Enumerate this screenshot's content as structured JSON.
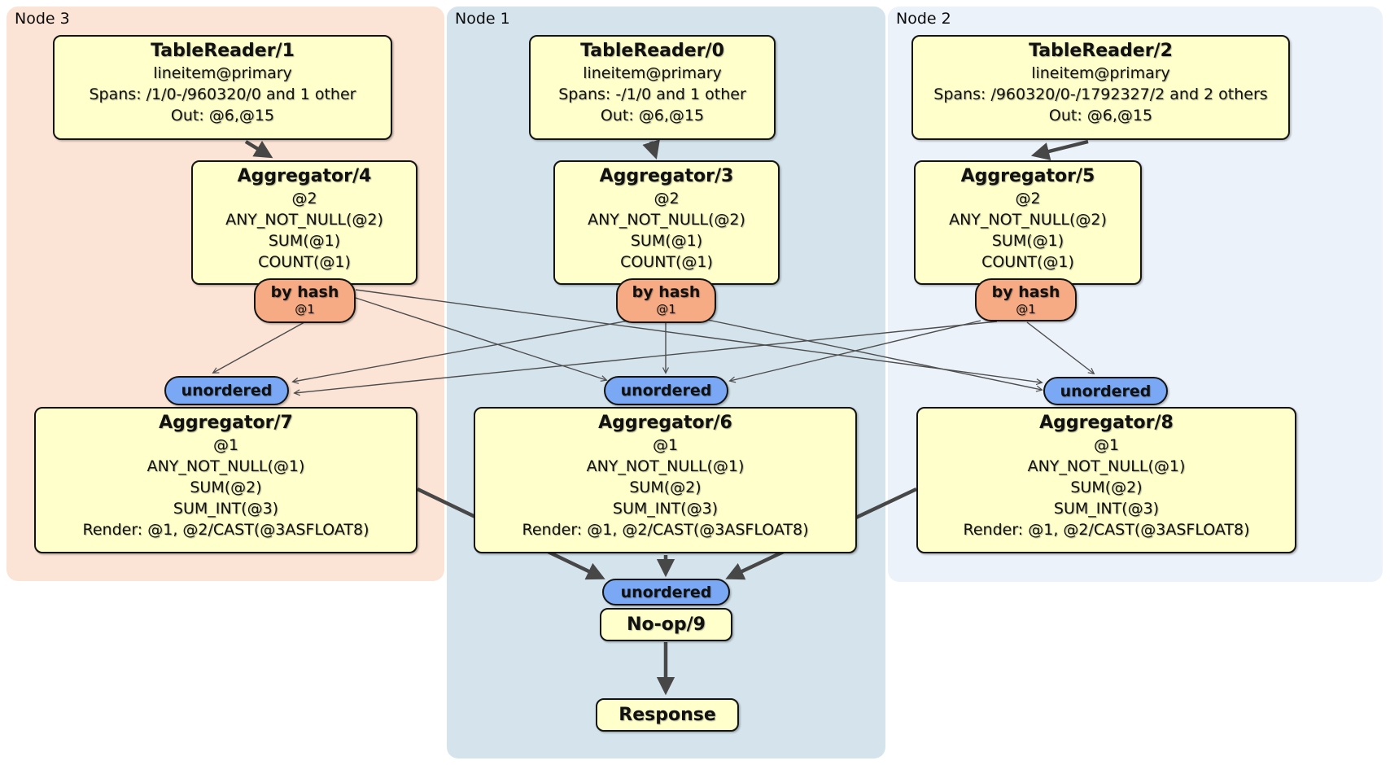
{
  "panels": [
    {
      "label": "Node 3"
    },
    {
      "label": "Node 1"
    },
    {
      "label": "Node 2"
    }
  ],
  "processors": {
    "tr1": {
      "title": "TableReader/1",
      "lines": [
        "lineitem@primary",
        "Spans: /1/0-/960320/0 and 1 other",
        "Out: @6,@15"
      ]
    },
    "tr0": {
      "title": "TableReader/0",
      "lines": [
        "lineitem@primary",
        "Spans: -/1/0 and 1 other",
        "Out: @6,@15"
      ]
    },
    "tr2": {
      "title": "TableReader/2",
      "lines": [
        "lineitem@primary",
        "Spans: /960320/0-/1792327/2 and 2 others",
        "Out: @6,@15"
      ]
    },
    "agg4": {
      "title": "Aggregator/4",
      "lines": [
        "@2",
        "ANY_NOT_NULL(@2)",
        "SUM(@1)",
        "COUNT(@1)"
      ]
    },
    "agg3": {
      "title": "Aggregator/3",
      "lines": [
        "@2",
        "ANY_NOT_NULL(@2)",
        "SUM(@1)",
        "COUNT(@1)"
      ]
    },
    "agg5": {
      "title": "Aggregator/5",
      "lines": [
        "@2",
        "ANY_NOT_NULL(@2)",
        "SUM(@1)",
        "COUNT(@1)"
      ]
    },
    "agg7": {
      "title": "Aggregator/7",
      "lines": [
        "@1",
        "ANY_NOT_NULL(@1)",
        "SUM(@2)",
        "SUM_INT(@3)",
        "Render: @1, @2/CAST(@3ASFLOAT8)"
      ]
    },
    "agg6": {
      "title": "Aggregator/6",
      "lines": [
        "@1",
        "ANY_NOT_NULL(@1)",
        "SUM(@2)",
        "SUM_INT(@3)",
        "Render: @1, @2/CAST(@3ASFLOAT8)"
      ]
    },
    "agg8": {
      "title": "Aggregator/8",
      "lines": [
        "@1",
        "ANY_NOT_NULL(@1)",
        "SUM(@2)",
        "SUM_INT(@3)",
        "Render: @1, @2/CAST(@3ASFLOAT8)"
      ]
    },
    "noop": {
      "title": "No-op/9"
    },
    "response": {
      "title": "Response"
    }
  },
  "routers": [
    {
      "label": "by hash",
      "detail": "@1"
    },
    {
      "label": "by hash",
      "detail": "@1"
    },
    {
      "label": "by hash",
      "detail": "@1"
    }
  ],
  "syncs": [
    {
      "label": "unordered"
    },
    {
      "label": "unordered"
    },
    {
      "label": "unordered"
    },
    {
      "label": "unordered"
    }
  ],
  "colors": {
    "panel_node3_bg": "#fbe3d5",
    "panel_node1_bg": "#d4e3ec",
    "panel_node2_bg": "#ebf2fa",
    "processor_bg": "#ffffcc",
    "router_bg": "#f7ab84",
    "sync_bg": "#7aa8f5",
    "border": "#141414",
    "edge_thick": "#474747",
    "edge_thin": "#4d4d4d"
  }
}
